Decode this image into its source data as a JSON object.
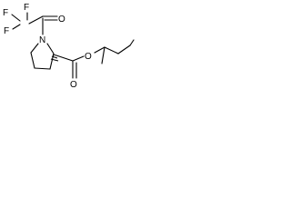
{
  "molecule": {
    "atoms": {
      "f1": "F",
      "f2": "F",
      "f3": "F",
      "o_carbonyl_acyl": "O",
      "n_ring": "N",
      "o_ester": "O",
      "o_carbonyl_ester": "O"
    },
    "colors": {
      "bond": "#000000",
      "atom_label": "#000000",
      "background": "#ffffff"
    }
  }
}
